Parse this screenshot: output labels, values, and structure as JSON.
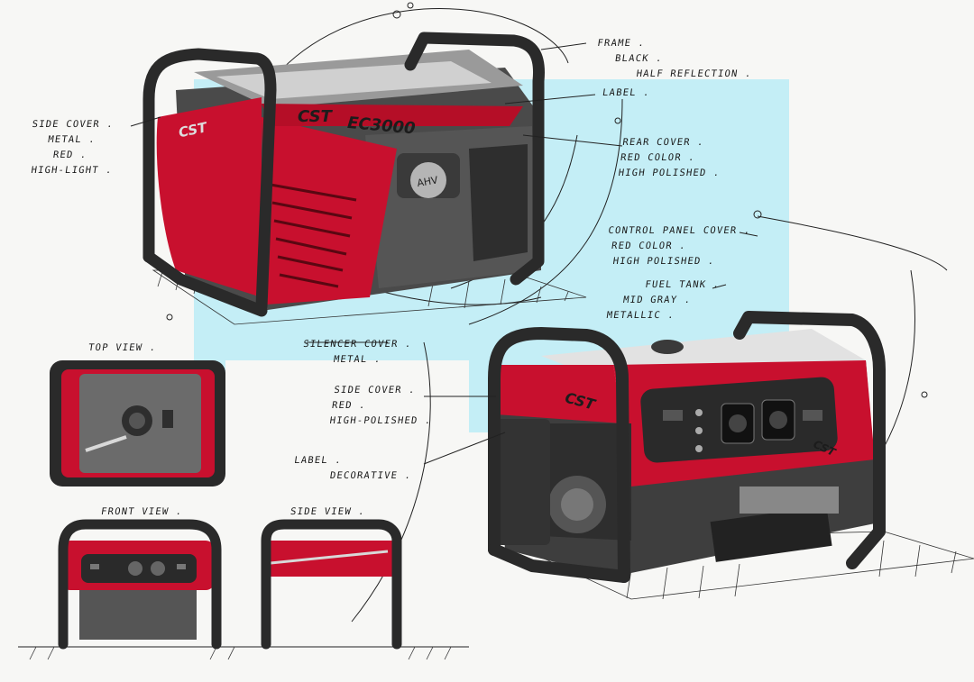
{
  "colors": {
    "paper": "#f7f7f5",
    "backdrop": "#c4eef6",
    "frame": "#2a2a2a",
    "red": "#c8102e",
    "dark_red": "#7a0a18",
    "grey": "#6b6b6b",
    "light_grey": "#bdbdbd"
  },
  "labels": {
    "frame": [
      "FRAME .",
      "BLACK .",
      "HALF REFLECTION ."
    ],
    "label_top": [
      "LABEL ."
    ],
    "rear_cover": [
      "REAR COVER .",
      "RED COLOR .",
      "HIGH POLISHED ."
    ],
    "side_cover_left": [
      "SIDE COVER .",
      "METAL .",
      "RED .",
      "HIGH-LIGHT ."
    ],
    "control_panel": [
      "CONTROL PANEL COVER .",
      "RED COLOR .",
      "HIGH POLISHED ."
    ],
    "fuel_tank": [
      "FUEL TANK .",
      "MID GRAY .",
      "METALLIC ."
    ],
    "silencer": [
      "SILENCER COVER .",
      "METAL ."
    ],
    "side_cover_mid": [
      "SIDE COVER .",
      "RED .",
      "HIGH-POLISHED ."
    ],
    "label_decorative": [
      "LABEL .",
      "DECORATIVE ."
    ]
  },
  "views": {
    "top": "TOP VIEW .",
    "front": "FRONT VIEW .",
    "side": "SIDE VIEW ."
  },
  "branding": {
    "brand": "CST",
    "model": "EC3000"
  }
}
